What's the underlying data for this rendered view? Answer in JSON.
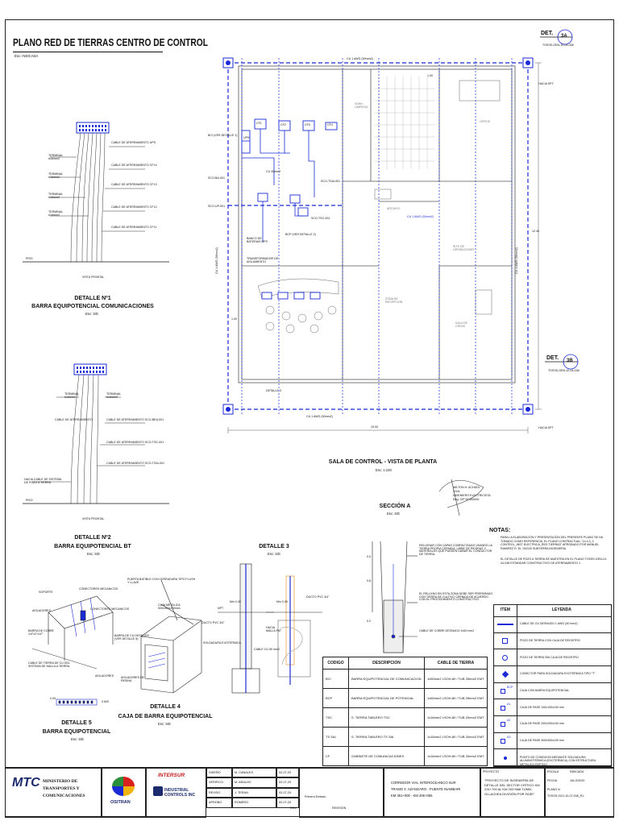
{
  "title": {
    "main": "PLANO RED DE TIERRAS CENTRO DE CONTROL",
    "scale": "Esc: INDICADA"
  },
  "det_markers": [
    {
      "label": "DET.",
      "num": "3A",
      "sub": "TOSSS-GEN-10-04-038"
    },
    {
      "label": "DET.",
      "num": "3B",
      "sub": "TOSSS-GEN-10-04-038"
    }
  ],
  "plan": {
    "caption": "SALA DE CONTROL - VISTA DE PLANTA",
    "scale": "Esc: 1:100",
    "cable_top": "CU 1 AWG (50mm2)",
    "cable_bottom": "CU 1 AWG (50mm2)",
    "cable_left": "CU 1 AWG (50mm2)",
    "cable_right": "CU 1 AWG (50mm2)",
    "hacia_spt_top": "HACIA SPT",
    "hacia_spt_bottom": "HACIA SPT",
    "dim_bottom": "19.00",
    "dim_right": "12.40",
    "dim_top": "1.00",
    "dim_left": "1.00",
    "detalle3": "DETALLE 3",
    "rooms": [
      "SSHH LIMPIEZA",
      "OFFICE",
      "ARCHIVO",
      "CU 1 AWG (50mm2)",
      "SITE DE OPERACIONES",
      "ZONA DE RECEPCION",
      "SALA DE CRISIS"
    ],
    "labels": [
      "BCI (VER DETALLE 1)",
      "SCO-BA-001",
      "SCO-TSAI-001",
      "SCO-TSC-001",
      "SCO-UP-001",
      "BCP (VER DETALLE 2)",
      "BANCO DE BATERIAS UPS",
      "TRANSFORMADOR DE AISLAMIENTO",
      "CU 35mm2",
      "CF1",
      "CF2",
      "CF3",
      "CF4",
      "UPS"
    ]
  },
  "detalle1": {
    "title": "DETALLE Nº1",
    "subtitle": "BARRA EQUIPOTENCIAL COMUNICACIONES",
    "scale": "Esc: S/E",
    "terminals": [
      "TERMINAL #16mm2",
      "TERMINAL #16mm2",
      "TERMINAL #16mm2",
      "TERMINAL #16mm2"
    ],
    "cables": [
      "CABLE DE ATERRAMIENTO UPS",
      "CABLE DE ATERRAMIENTO CF14",
      "CABLE DE ATERRAMIENTO CF13",
      "CABLE DE ATERRAMIENTO CF12",
      "CABLE DE ATERRAMIENTO CF11"
    ],
    "piso": "PISO",
    "vista": "VISTA FRONTAL"
  },
  "detalle2": {
    "title": "DETALLE Nº2",
    "subtitle": "BARRA EQUIPOTENCIAL BT",
    "scale": "Esc: S/E",
    "terminals": [
      "TERMINAL #16mm2",
      "TERMINAL #16mm2"
    ],
    "cables": [
      "CABLE DE ATERRAMIENTO",
      "CABLE DE ATERRAMIENTO SCO-BEA-001",
      "CABLE DE ATERRAMIENTO SCO-TSC-001",
      "CABLE DE ATERRAMIENTO SCO-TSAI-001"
    ],
    "left_note": "HACIA CABLE DE SISTEMA DE POZO A TIERRA",
    "piso": "PISO",
    "vista": "VISTA FRONTAL"
  },
  "detalle3": {
    "title": "DETALLE 3",
    "scale": "Esc: S/E",
    "labels": [
      "NPT",
      "Min 0.35",
      "Min 0.35",
      "DUCTO PVC 3/4\"",
      "DUCTO PVC 3/4\"",
      "HACIA MALLA PAT",
      "SOLDADURA EXOTERMICA",
      "CABLE CU 50 mm2"
    ]
  },
  "detalle4": {
    "title": "DETALLE 4",
    "subtitle": "CAJA DE BARRA EQUIPOTENCIAL",
    "scale": "Esc: S/E",
    "labels": [
      "PUERTA BATIBLE CON CERRADURA TIPO FLUSH Y LLAVE",
      "CAJA METALICA 500x400x200mm",
      "BARRA DE CU DESNUDO (VER DETALLE 5)",
      "AISLADORES DE RESINA"
    ]
  },
  "detalle5": {
    "title": "DETALLE 5",
    "subtitle": "BARRA EQUIPOTENCIAL",
    "scale": "Esc: S/E",
    "labels": [
      "SOPORTE",
      "CONECTORES MECANICOS",
      "CONECTORES MECANICOS",
      "AISLADORES",
      "BARRA DE COBRE 1/4\"x2\"x12\"",
      "CABLE DE TIERRA DE CU DEL SISTEMA DE MALLA A TIERRA",
      "AISLADORES",
      "0.05",
      "0.600"
    ]
  },
  "seccion_a": {
    "title": "SECCIÓN A",
    "scale": "Esc: S/E",
    "notes": [
      "RELLENAR CON CAPAS COMPACTADAS USANDO LA TIERRA PROPIA CERNIDA, LIBRE DE PIEDRAS Y MATERIALES QUE PUEDEN DAÑAR EL CONDUCTOR DE TIERRA.",
      "EL RELLENO EN ESTA ZONA DEBE SER PREPARADO CON TIERRA DE CULTIVO CERNIDA DE ACUERDO CON EL PROCEDIMIENTO CONSTRUCTIVO",
      "CABLE DE COBRE DESNUDO 1x50 mm2"
    ],
    "dims": [
      "0.5",
      "0.8",
      "0.2"
    ]
  },
  "notas": {
    "title": "NOTAS:",
    "items": [
      "PARA LA ELABORACIÓN Y PRESENTACIÓN DEL PRESENTE PLANO SE HA TOMADO COMO REFERENCIA, EL PLANO CONTRACTUAL \"14.4.3_C CONTROL_INST ELECTRICA_RED TIERRAS\" APROBADO POR MANUEL RAMIREZ R. EL 19/2/20 SUBTERRA INGENIERIA",
      "EL DETALLE DE POZO A TIERRA SE MUESTRA EN EL PLANO TOSSS-GEN-10-04-038 ESTANDAR CONSTRUCTIVO DE ATERRAMIENTO 1"
    ]
  },
  "codes_table": {
    "headers": [
      "CODIGO",
      "DESCRIPCION",
      "CABLE DE TIERRA"
    ],
    "rows": [
      [
        "BCI",
        "BARRA EQUIPOTENCIAL DE COMUNICACION",
        "1x50mm2 LSOH-80 / TUB 25mm2 EMT"
      ],
      [
        "BCP",
        "BARRA EQUIPOTENCIAL DE POTENCIAL",
        "1x50mm2 LSOH-80 / TUB 25mm2 EMT"
      ],
      [
        "TSC",
        "S. TIERRA TABLERO TSC",
        "1x16mm2 LSOH-80 / TUB 20mm2 EMT"
      ],
      [
        "TS SAI",
        "S. TIERRA TABLERO TS SAI",
        "1x16mm2 LSOH-80 / TUB 20mm2 EMT"
      ],
      [
        "CF",
        "GABINETE DE COMUNICACIONES",
        "1x16mm2 LSOH-80 / TUB 20mm2 EMT"
      ]
    ]
  },
  "legend": {
    "headers": [
      "ITEM",
      "LEYENDA"
    ],
    "items": [
      "CABLE DE CU DESNUDO 1 AWG (50 mm2)",
      "POZO DE TIERRA CON CAJA DE REGISTRO",
      "POZO DE TIERRA SIN CAJA DE REGISTRO",
      "CONECTOR PARA SOLDADURA EXOTERMICA TIPO \"T\"",
      "CAJA CON BARRA EQUIPOTENCIAL",
      "CAJA DE PASE 100x100x100 mm",
      "CAJA DE PASE 200x200x100 mm",
      "CAJA DE PASE 300x300x100 mm",
      "PUNTO DE CONEXION MEDIANTE SOLDADURA ALUMINOTERMICA (EXOTERMICA) CON ESTRUCTURA METALICA EDIFICIO"
    ],
    "codes": [
      "",
      "",
      "",
      "",
      "BCP",
      "A1",
      "A2",
      "A3",
      ""
    ]
  },
  "signature": {
    "lines": [
      "WILTON H. ACHATA",
      "CIVIL",
      "INGENIERO ELECTRICISTA",
      "Reg. CIP Nº 000000"
    ]
  },
  "title_block": {
    "logo_mtc": "MTC",
    "ministry": "MINISTERIO DE TRANSPORTES Y COMUNICACIONES",
    "ositran": "OSITRAN",
    "contractor": "INTERSUR",
    "controls": "INDUSTRIAL CONTROLS INC",
    "roles": [
      "DISEÑO",
      "VERIFICO",
      "REVISO",
      "APROBO"
    ],
    "names": [
      "M. CANALES",
      "M. ARAUJO",
      "J. TERAN",
      "ROMERO"
    ],
    "dates": [
      "02-07-20",
      "02-07-20",
      "02-07-20",
      "02-07-20"
    ],
    "rev": "REV.",
    "rev_label": "REVISION",
    "rev_desc": "Primera Emision",
    "project_lines": [
      "CORREDOR VIAL INTEROCEANICO SUR",
      "TRAMO 4: AZANGARO - PUENTE INAMBARI",
      "KM 351+000 - KM 306+056"
    ],
    "proyecto_label": "PROYECTO",
    "proyecto": "\"PROYECTO DE INGENIERÍA DE DETALLE DEL SECTOR CRÍTICO KM 231+700 AL KM 202+666 TÚNEL OLLACHEA DIVISIÓN POR FASE\"",
    "escala_label": "ESCALA",
    "escala": "INDICADA",
    "fecha_label": "FECHA",
    "fecha": "JUL/3/2020",
    "plano_label": "PLANO N",
    "plano": "TOSSS-SCO-10-07-038_R1"
  }
}
